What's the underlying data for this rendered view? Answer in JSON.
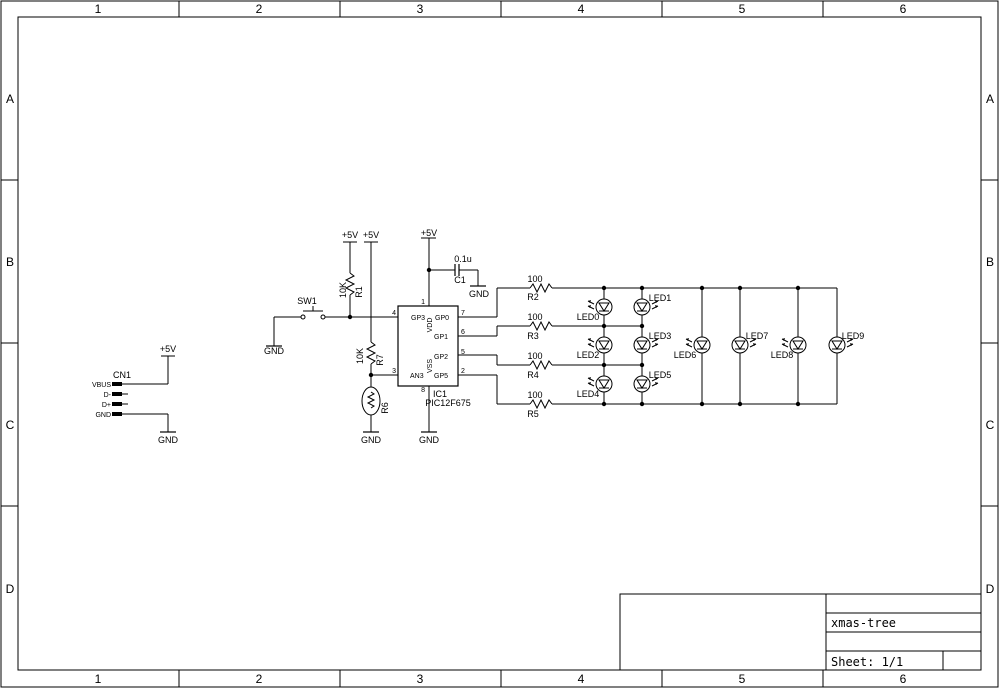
{
  "frame": {
    "columns": [
      "1",
      "2",
      "3",
      "4",
      "5",
      "6"
    ],
    "rows": [
      "A",
      "B",
      "C",
      "D"
    ]
  },
  "title_block": {
    "title": "xmas-tree",
    "sheet": "Sheet: 1/1"
  },
  "power": {
    "vcc": "+5V",
    "gnd": "GND"
  },
  "connector": {
    "ref": "CN1",
    "pins": [
      "VBUS",
      "D-",
      "D+",
      "GND"
    ]
  },
  "switch": {
    "ref": "SW1"
  },
  "resistors": {
    "r1": {
      "ref": "R1",
      "value": "10K"
    },
    "r7": {
      "ref": "R7",
      "value": "10K"
    },
    "r6": {
      "ref": "R6"
    },
    "r2": {
      "ref": "R2",
      "value": "100"
    },
    "r3": {
      "ref": "R3",
      "value": "100"
    },
    "r4": {
      "ref": "R4",
      "value": "100"
    },
    "r5": {
      "ref": "R5",
      "value": "100"
    }
  },
  "capacitor": {
    "ref": "C1",
    "value": "0.1u"
  },
  "ic": {
    "ref": "IC1",
    "part": "PIC12F675",
    "pins": {
      "gp3": "GP3",
      "an3": "AN3",
      "gp0": "GP0",
      "gp1": "GP1",
      "gp2": "GP2",
      "gp5": "GP5",
      "vdd": "VDD",
      "vss": "VSS"
    },
    "pin_numbers": {
      "gp3": "4",
      "an3": "3",
      "gp0": "7",
      "gp1": "6",
      "gp2": "5",
      "gp5": "2",
      "vdd": "1",
      "vss": "8"
    }
  },
  "leds": [
    "LED0",
    "LED1",
    "LED2",
    "LED3",
    "LED4",
    "LED5",
    "LED6",
    "LED7",
    "LED8",
    "LED9"
  ]
}
